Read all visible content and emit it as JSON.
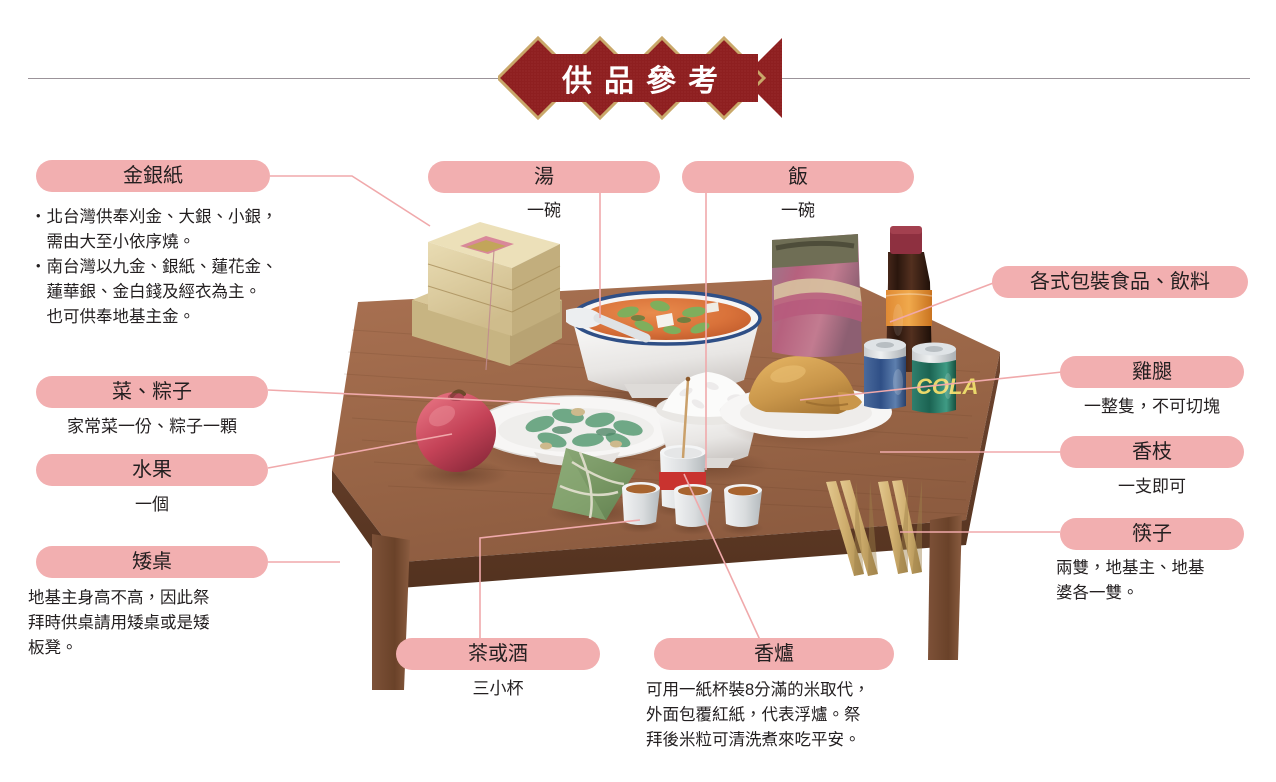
{
  "header": {
    "banner_title": "供品參考"
  },
  "callouts": [
    {
      "id": "joss-paper",
      "label": "金銀紙",
      "sub": "",
      "desc_lines": [
        "・北台灣供奉刈金、大銀、小銀，",
        "　需由大至小依序燒。",
        "・南台灣以九金、銀紙、蓮花金、",
        "　蓮華銀、金白錢及經衣為主。",
        "　也可供奉地基主金。"
      ]
    },
    {
      "id": "soup",
      "label": "湯",
      "sub": "一碗",
      "desc_lines": []
    },
    {
      "id": "rice",
      "label": "飯",
      "sub": "一碗",
      "desc_lines": []
    },
    {
      "id": "packaged-food",
      "label": "各式包裝食品、飲料",
      "sub": "",
      "desc_lines": []
    },
    {
      "id": "chicken-leg",
      "label": "雞腿",
      "sub": "一整隻，不可切塊",
      "desc_lines": []
    },
    {
      "id": "dishes-zongzi",
      "label": "菜、粽子",
      "sub": "家常菜一份、粽子一顆",
      "desc_lines": []
    },
    {
      "id": "fruit",
      "label": "水果",
      "sub": "一個",
      "desc_lines": []
    },
    {
      "id": "incense-stick",
      "label": "香枝",
      "sub": "一支即可",
      "desc_lines": []
    },
    {
      "id": "chopsticks",
      "label": "筷子",
      "sub": "",
      "desc_lines": [
        "兩雙，地基主、地基",
        "婆各一雙。"
      ]
    },
    {
      "id": "low-table",
      "label": "矮桌",
      "sub": "",
      "desc_lines": [
        "地基主身高不高，因此祭",
        "拜時供桌請用矮桌或是矮",
        "板凳。"
      ]
    },
    {
      "id": "tea-or-wine",
      "label": "茶或酒",
      "sub": "三小杯",
      "desc_lines": []
    },
    {
      "id": "censer",
      "label": "香爐",
      "sub": "",
      "desc_lines": [
        "可用一紙杯裝8分滿的米取代，",
        "外面包覆紅紙，代表浮爐。祭",
        "拜後米粒可清洗煮來吃平安。"
      ]
    }
  ],
  "illustration": {
    "items": [
      "joss-paper-stack",
      "soup-bowl",
      "greens-plate",
      "zongzi",
      "apple",
      "rice-bowl",
      "chicken-leg-plate",
      "snack-pouch",
      "cola-bottle",
      "blue-can",
      "green-cola-can",
      "censer-cup",
      "tea-cup-left",
      "tea-cup-middle",
      "tea-cup-right",
      "chopsticks-pair-left",
      "chopsticks-pair-right",
      "low-wooden-table"
    ]
  },
  "colors": {
    "pill_pink": "#f2afb0",
    "wire_pink": "#f0a9ab",
    "banner_red": "#8e1f20",
    "banner_gold": "#c9a86a",
    "rule_gray": "#9b9399",
    "text_dark": "#231f20",
    "table_wood": "#9a6647"
  }
}
